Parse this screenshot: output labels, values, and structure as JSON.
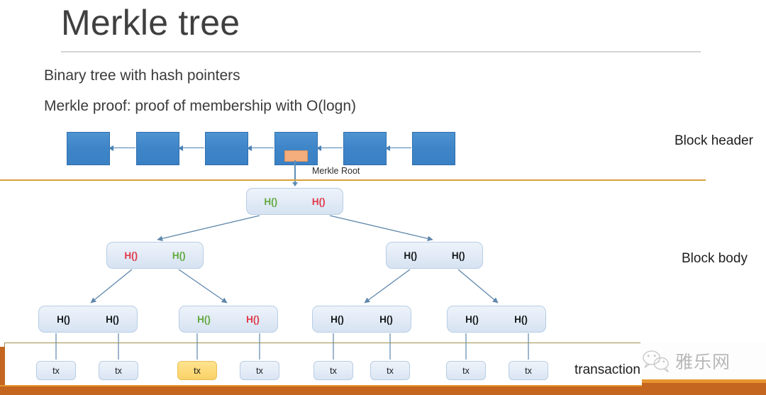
{
  "slide": {
    "title": "Merkle tree",
    "bullets": [
      "Binary tree with hash pointers",
      "Merkle proof: proof of membership with O(logn)"
    ],
    "side_labels": {
      "header": "Block header",
      "body": "Block body"
    },
    "merkle_root_label": "Merkle Root",
    "transactions_label": "transactions"
  },
  "colors": {
    "chain_block": "#4f93d1",
    "merkle_marker": "#f4ad7c",
    "divider": "#d9a13b",
    "node_fill": "#e1eaf6",
    "node_border": "#b8cde4",
    "hash_green": "#63a93f",
    "hash_red": "#e0394b",
    "hash_black": "#17191c",
    "tx_highlight": "#fcd976",
    "frame_orange": "#c4661f",
    "tx_box_border": "#9e9151"
  },
  "chain": {
    "block_count": 6,
    "blocks": [
      {
        "index": 0,
        "has_merkle_root": false
      },
      {
        "index": 1,
        "has_merkle_root": false
      },
      {
        "index": 2,
        "has_merkle_root": false
      },
      {
        "index": 3,
        "has_merkle_root": true
      },
      {
        "index": 4,
        "has_merkle_root": false
      },
      {
        "index": 5,
        "has_merkle_root": false
      }
    ],
    "arrow_direction": "left"
  },
  "tree": {
    "root": {
      "name": "merkle-root-node",
      "left": {
        "text": "H()",
        "color": "green"
      },
      "right": {
        "text": "H()",
        "color": "red"
      }
    },
    "level2": [
      {
        "name": "hash-node-left",
        "left": {
          "text": "H()",
          "color": "red"
        },
        "right": {
          "text": "H()",
          "color": "green"
        }
      },
      {
        "name": "hash-node-right",
        "left": {
          "text": "H()",
          "color": "black"
        },
        "right": {
          "text": "H()",
          "color": "black"
        }
      }
    ],
    "level3": [
      {
        "name": "hash-node-0",
        "left": {
          "text": "H()",
          "color": "black"
        },
        "right": {
          "text": "H()",
          "color": "black"
        }
      },
      {
        "name": "hash-node-1",
        "left": {
          "text": "H()",
          "color": "green"
        },
        "right": {
          "text": "H()",
          "color": "red"
        }
      },
      {
        "name": "hash-node-2",
        "left": {
          "text": "H()",
          "color": "black"
        },
        "right": {
          "text": "H()",
          "color": "black"
        }
      },
      {
        "name": "hash-node-3",
        "left": {
          "text": "H()",
          "color": "black"
        },
        "right": {
          "text": "H()",
          "color": "black"
        }
      }
    ]
  },
  "transactions": {
    "count": 8,
    "items": [
      {
        "label": "tx",
        "highlighted": false
      },
      {
        "label": "tx",
        "highlighted": false
      },
      {
        "label": "tx",
        "highlighted": true
      },
      {
        "label": "tx",
        "highlighted": false
      },
      {
        "label": "tx",
        "highlighted": false
      },
      {
        "label": "tx",
        "highlighted": false
      },
      {
        "label": "tx",
        "highlighted": false
      },
      {
        "label": "tx",
        "highlighted": false
      }
    ]
  },
  "watermark": {
    "text": "雅乐网",
    "icon": "wechat-icon"
  }
}
